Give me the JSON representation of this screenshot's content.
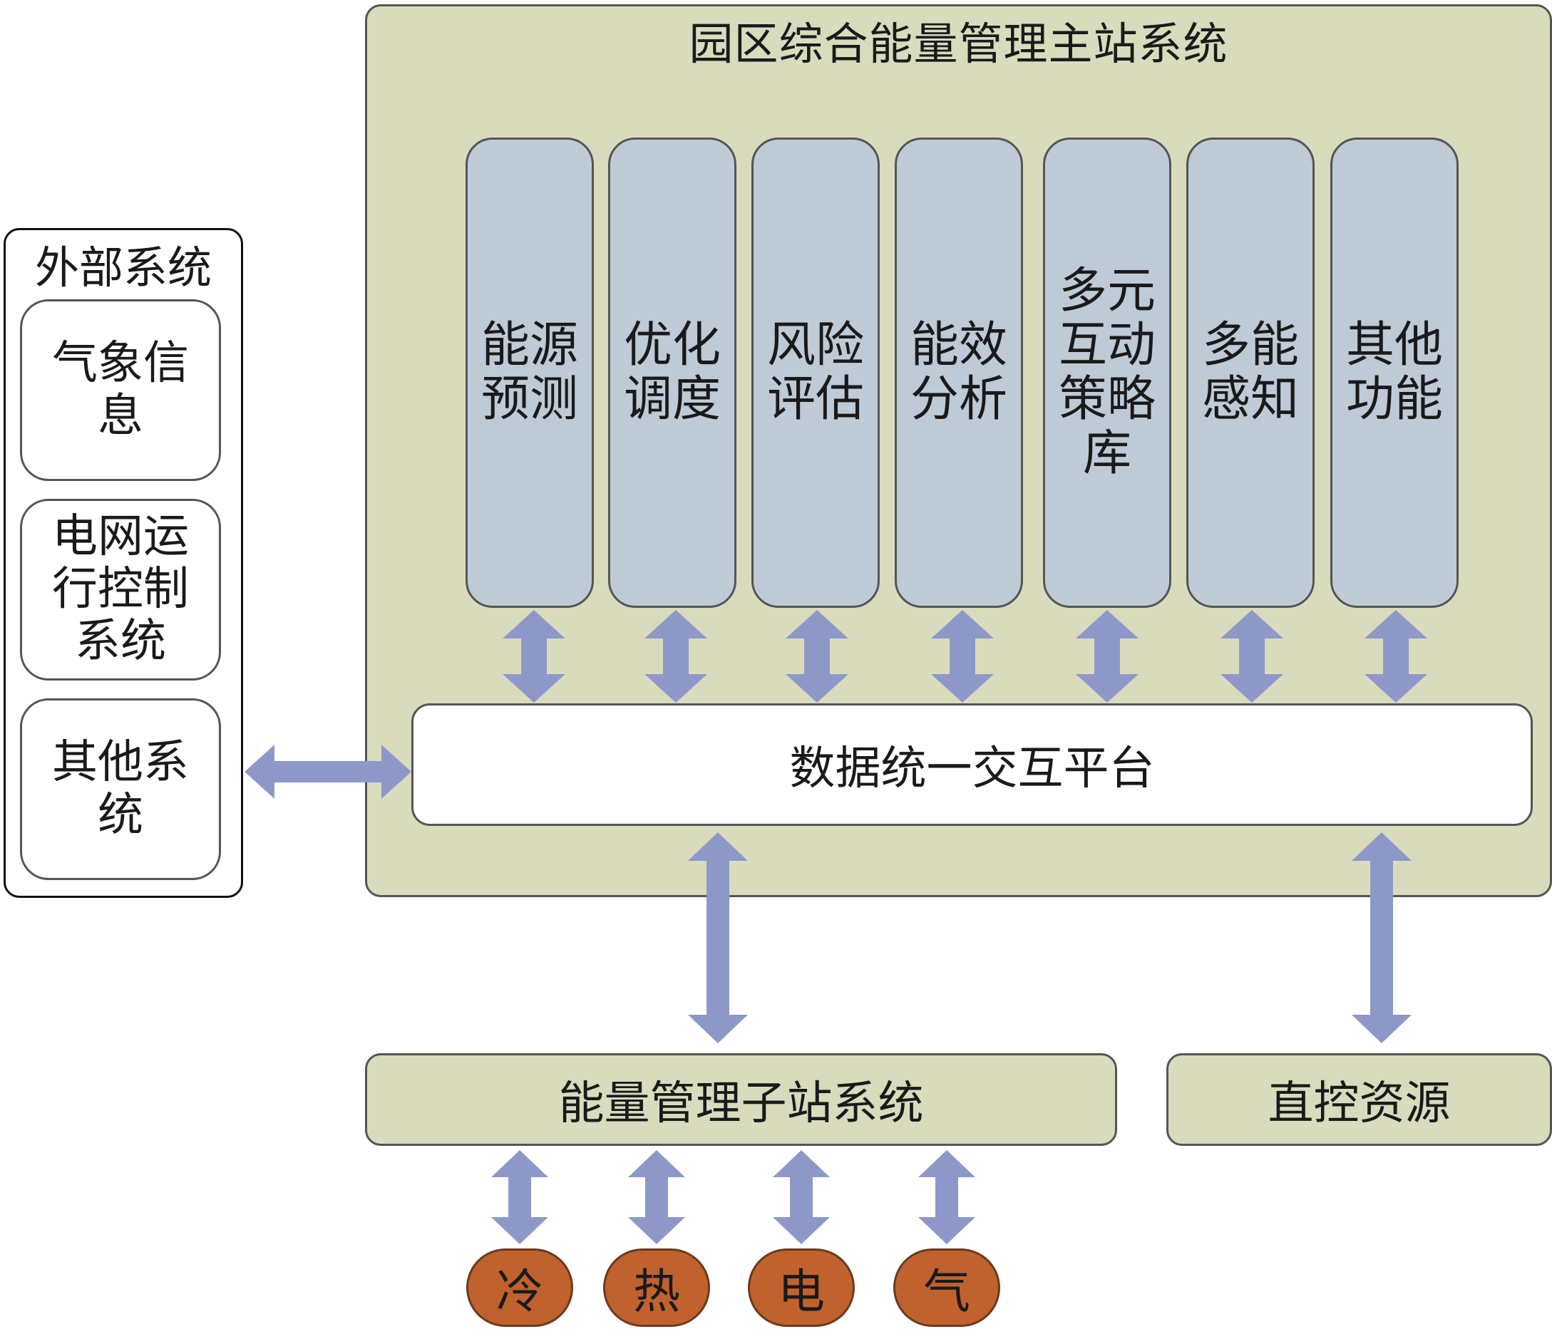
{
  "main_system": {
    "title": "园区综合能量管理主站系统",
    "modules": [
      {
        "label": "能源预测"
      },
      {
        "label": "优化调度"
      },
      {
        "label": "风险评估"
      },
      {
        "label": "能效分析"
      },
      {
        "label": "多元互动策略库"
      },
      {
        "label": "多能感知"
      },
      {
        "label": "其他功能"
      }
    ],
    "platform": "数据统一交互平台"
  },
  "external_system": {
    "title": "外部系统",
    "items": [
      {
        "label": "气象信息"
      },
      {
        "label": "电网运行控制系统"
      },
      {
        "label": "其他系统"
      }
    ]
  },
  "substation": "能量管理子站系统",
  "direct_control": "直控资源",
  "energy_types": [
    "冷",
    "热",
    "电",
    "气"
  ],
  "colors": {
    "main_bg": "#d9dbbd",
    "module_bg": "#bfcad7",
    "arrow": "#8e98c8",
    "energy_bg": "#c0622e"
  }
}
